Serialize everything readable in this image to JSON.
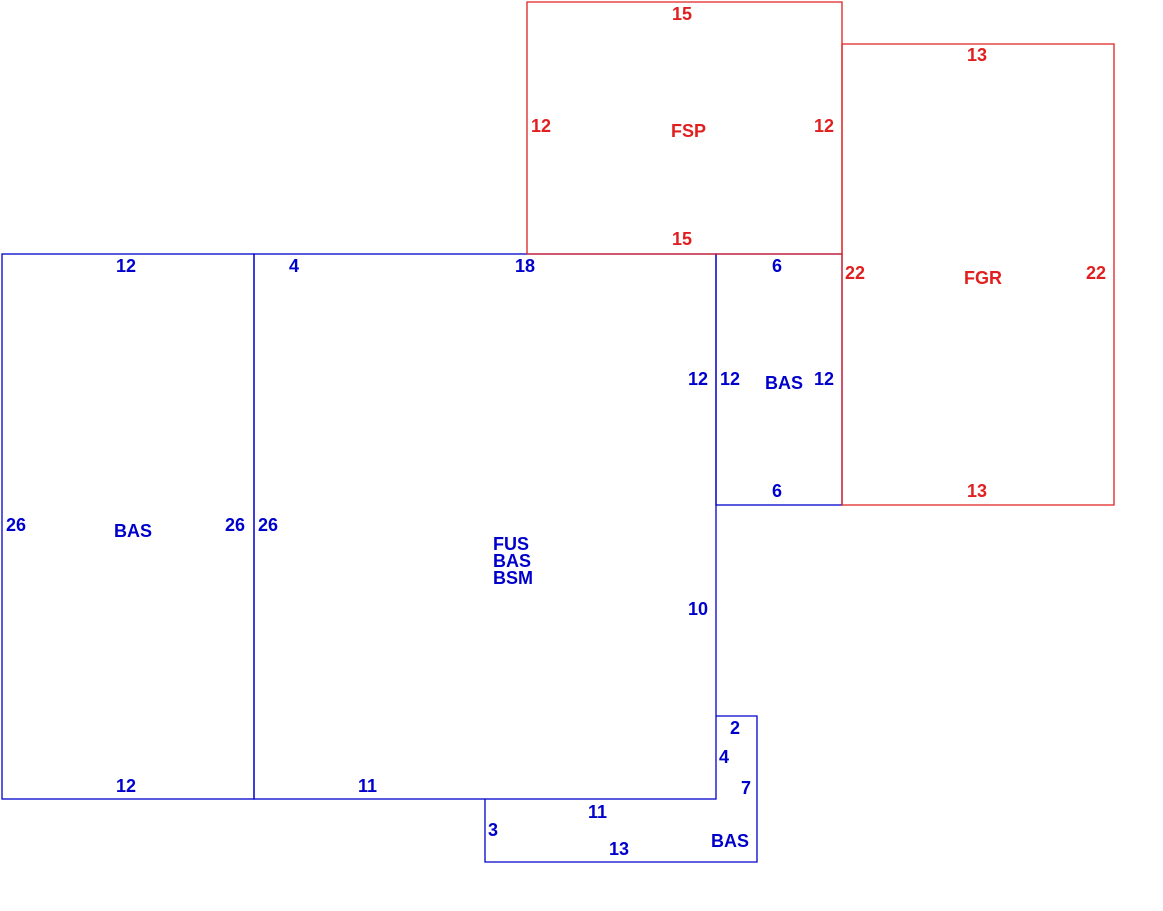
{
  "colors": {
    "living": "#0000cc",
    "garage_porch": "#e02020",
    "background": "#ffffff"
  },
  "areas": {
    "left_bas": {
      "code": "BAS",
      "top": "12",
      "bottom": "12",
      "left": "26",
      "right": "26"
    },
    "main": {
      "code_line1": "FUS",
      "code_line2": "BAS",
      "code_line3": "BSM",
      "top_left": "4",
      "top_right": "18",
      "left": "26",
      "right_upper": "12",
      "right_lower": "10",
      "bottom": "11"
    },
    "small_bas": {
      "code": "BAS",
      "top": "6",
      "bottom": "6",
      "left": "12",
      "right": "12"
    },
    "bottom_bas": {
      "code": "BAS",
      "top": "2",
      "right": "7",
      "bottom": "13",
      "left": "3",
      "inner_top": "11",
      "inner_side": "4"
    },
    "fsp": {
      "code": "FSP",
      "top": "15",
      "bottom": "15",
      "left": "12",
      "right": "12"
    },
    "fgr": {
      "code": "FGR",
      "top": "13",
      "bottom": "13",
      "left": "22",
      "right": "22"
    }
  }
}
